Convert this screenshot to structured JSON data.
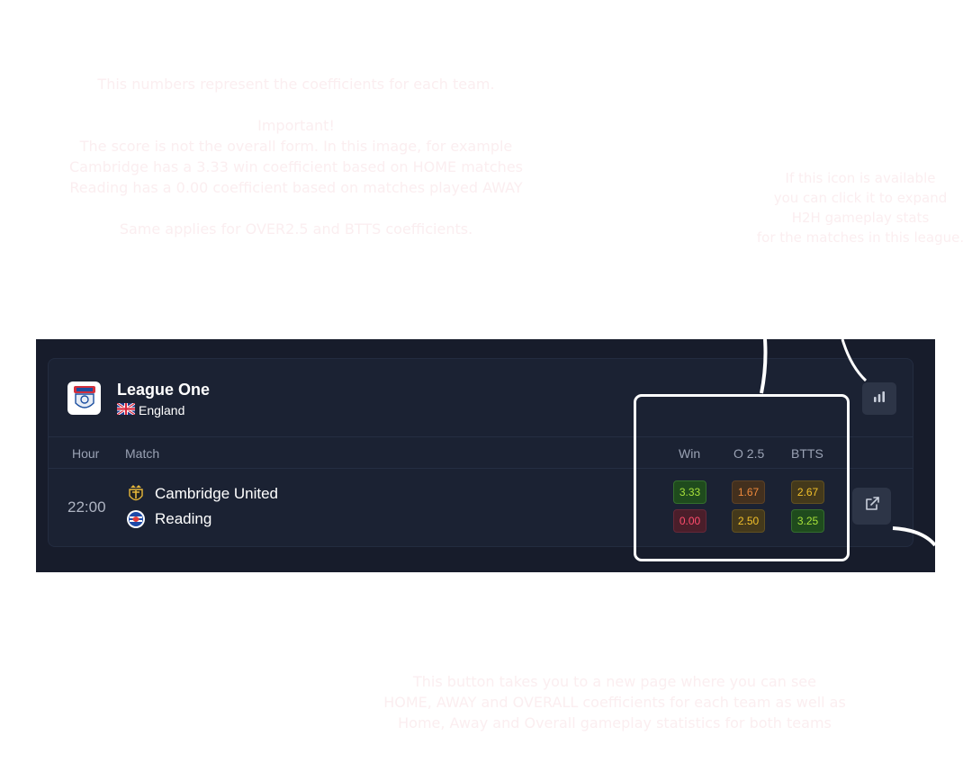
{
  "annotations": {
    "coefficients_note": [
      "This numbers represent the coefficients for each team.",
      "",
      "Important!",
      "The score is not the overall form. In this image, for example",
      "Cambridge has a 3.33 win coefficient based on HOME matches",
      "Reading has a 0.00 coefficient based on matches played AWAY",
      "",
      "Same applies for OVER2.5 and BTTS coefficients."
    ],
    "h2h_note": [
      "If this icon is available",
      "you can click it to expand",
      "H2H gameplay stats",
      "for the matches in this league."
    ],
    "button_note": [
      "This button takes you to a new page where you can see",
      "HOME, AWAY and OVERALL coefficients for each team as well as",
      "Home, Away and Overall gameplay statistics for both teams"
    ]
  },
  "league": {
    "name": "League One",
    "country": "England",
    "logo_icon": "league-one-logo",
    "stats_icon": "bar-chart-icon"
  },
  "table": {
    "headers": {
      "hour": "Hour",
      "match": "Match",
      "win": "Win",
      "over25": "O 2.5",
      "btts": "BTTS"
    }
  },
  "match": {
    "hour": "22:00",
    "home": {
      "name": "Cambridge United",
      "icon": "cambridge-united-crest"
    },
    "away": {
      "name": "Reading",
      "icon": "reading-crest"
    },
    "home_coeffs": {
      "win": "3.33",
      "over25": "1.67",
      "btts": "2.67"
    },
    "away_coeffs": {
      "win": "0.00",
      "over25": "2.50",
      "btts": "3.25"
    },
    "open_icon": "external-link-icon"
  },
  "colors": {
    "background": "#171c2b",
    "card": "#1b2233",
    "badge_green": "#a8e23a",
    "badge_orange": "#f08a3c",
    "badge_yellow": "#f3c12a",
    "badge_red": "#ff4d6d",
    "annotation_text": "#fbeef0"
  }
}
